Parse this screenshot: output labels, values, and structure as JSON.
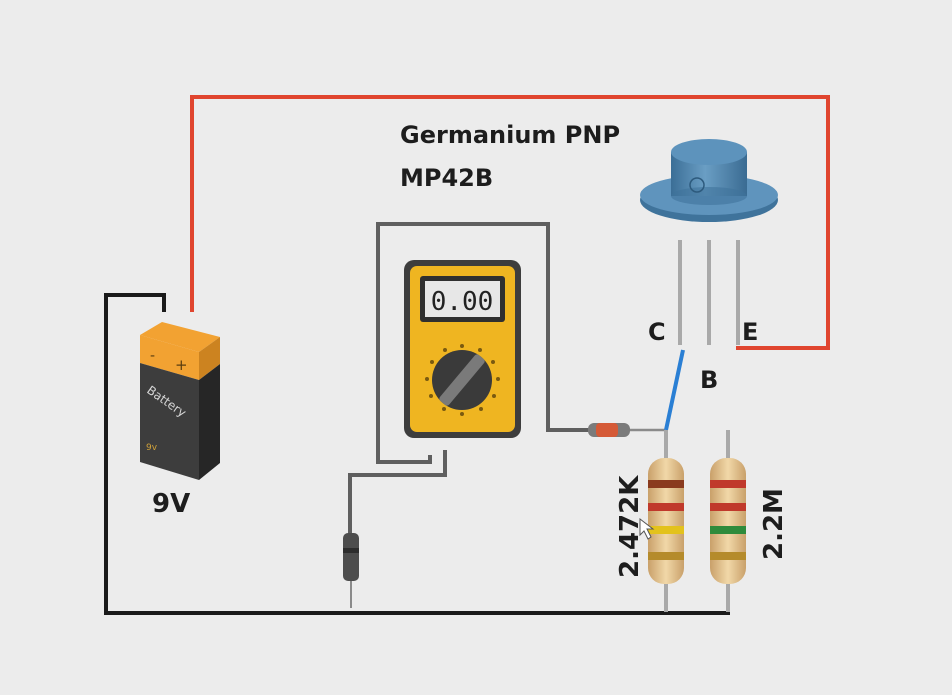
{
  "title": {
    "line1": "Germanium PNP",
    "line2": "MP42B"
  },
  "battery": {
    "voltage_label": "9V",
    "case_text": "Battery",
    "small_text": "9v",
    "minus_symbol": "-",
    "plus_symbol": "+"
  },
  "transistor": {
    "pin_c": "C",
    "pin_b": "B",
    "pin_e": "E",
    "icon": "transistor-can-icon"
  },
  "multimeter": {
    "display_value": "0.00",
    "icon": "multimeter-icon"
  },
  "resistors": [
    {
      "label": "2.472K",
      "bands": [
        "#8a3b1e",
        "#c0392b",
        "#e3c21c",
        "#b58b2b"
      ]
    },
    {
      "label": "2.2M",
      "bands": [
        "#c0392b",
        "#c0392b",
        "#2e8b3c",
        "#b58b2b"
      ]
    }
  ],
  "colors": {
    "wire_red": "#e0452f",
    "wire_black": "#1a1a1a",
    "wire_blue": "#2a7fd4",
    "meter_yellow": "#efb521",
    "transistor_blue": "#4f84ad"
  }
}
